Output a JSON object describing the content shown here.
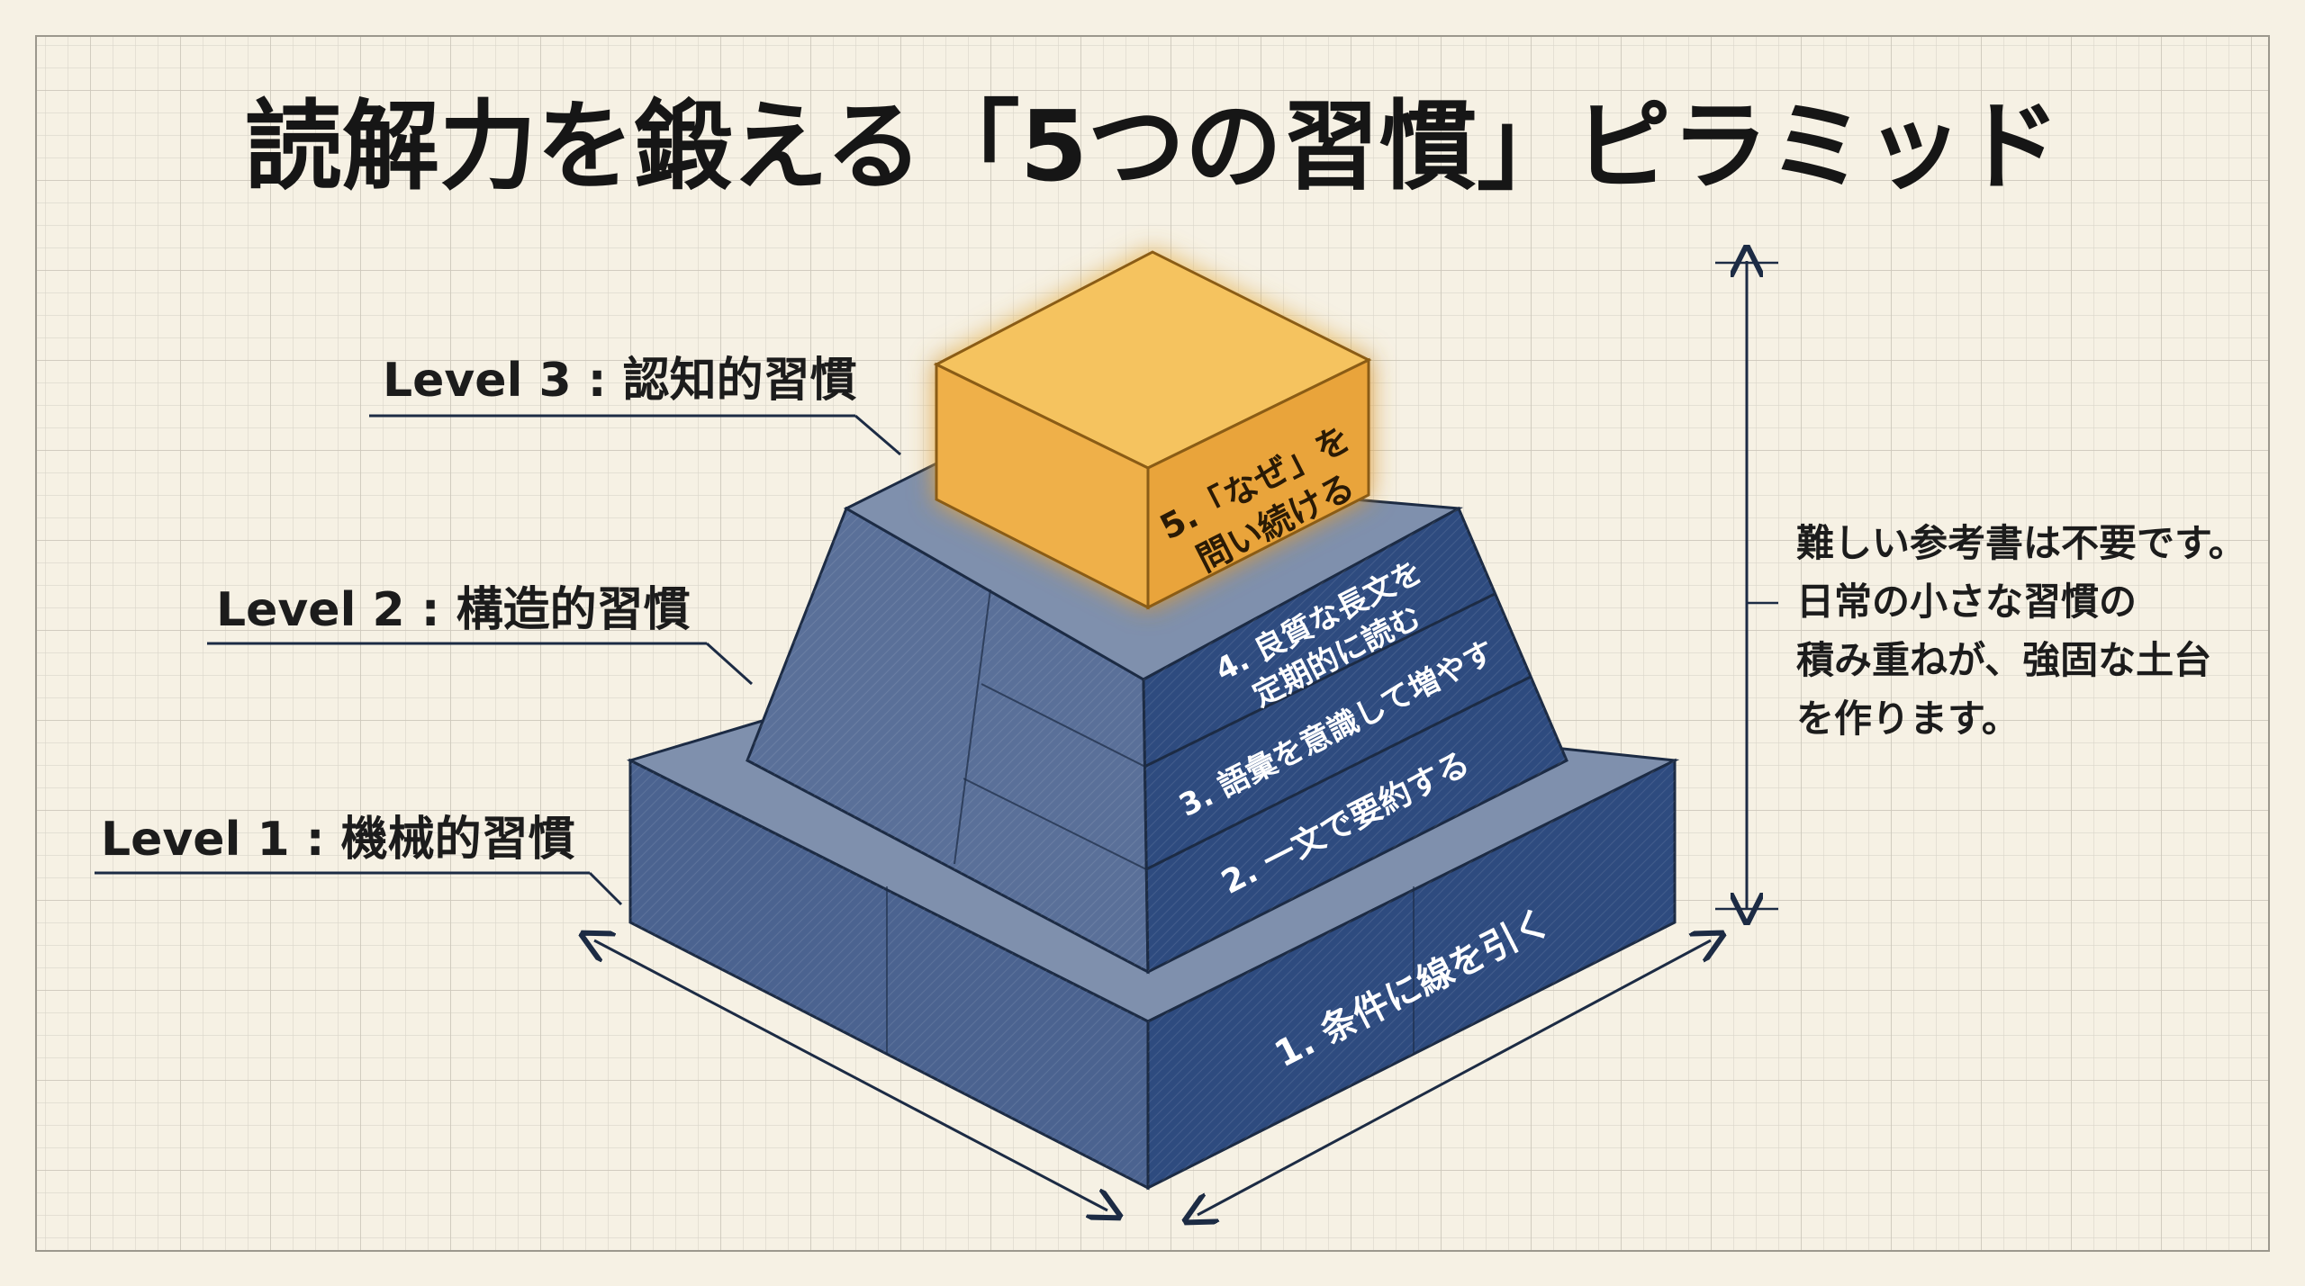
{
  "title": "読解力を鍛える「5つの習慣」ピラミッド",
  "levels": [
    {
      "label": "Level 3 : 認知的習慣"
    },
    {
      "label": "Level 2 : 構造的習慣"
    },
    {
      "label": "Level 1 : 機械的習慣"
    }
  ],
  "habits": [
    {
      "line1": "1. 条件に線を引く"
    },
    {
      "line1": "2. 一文で要約する"
    },
    {
      "line1": "3. 語彙を意識して増やす"
    },
    {
      "line1": "4. 良質な長文を",
      "line2": "定期的に読む"
    },
    {
      "line1": "5.「なぜ」を",
      "line2": "問い続ける"
    }
  ],
  "side_note": {
    "lines": [
      "難しい参考書は不要です。",
      "日常の小さな習慣の",
      "積み重ねが、強固な土台",
      "を作ります。"
    ]
  },
  "colors": {
    "background": "#f6f1e4",
    "grid": "#d6d3c9",
    "block_front": "#2e4b7f",
    "block_side": "#5d7297",
    "block_top": "#8191ad",
    "gold_front": "#e9a43a",
    "gold_top": "#f5c35f",
    "ink": "#1c2b44"
  }
}
